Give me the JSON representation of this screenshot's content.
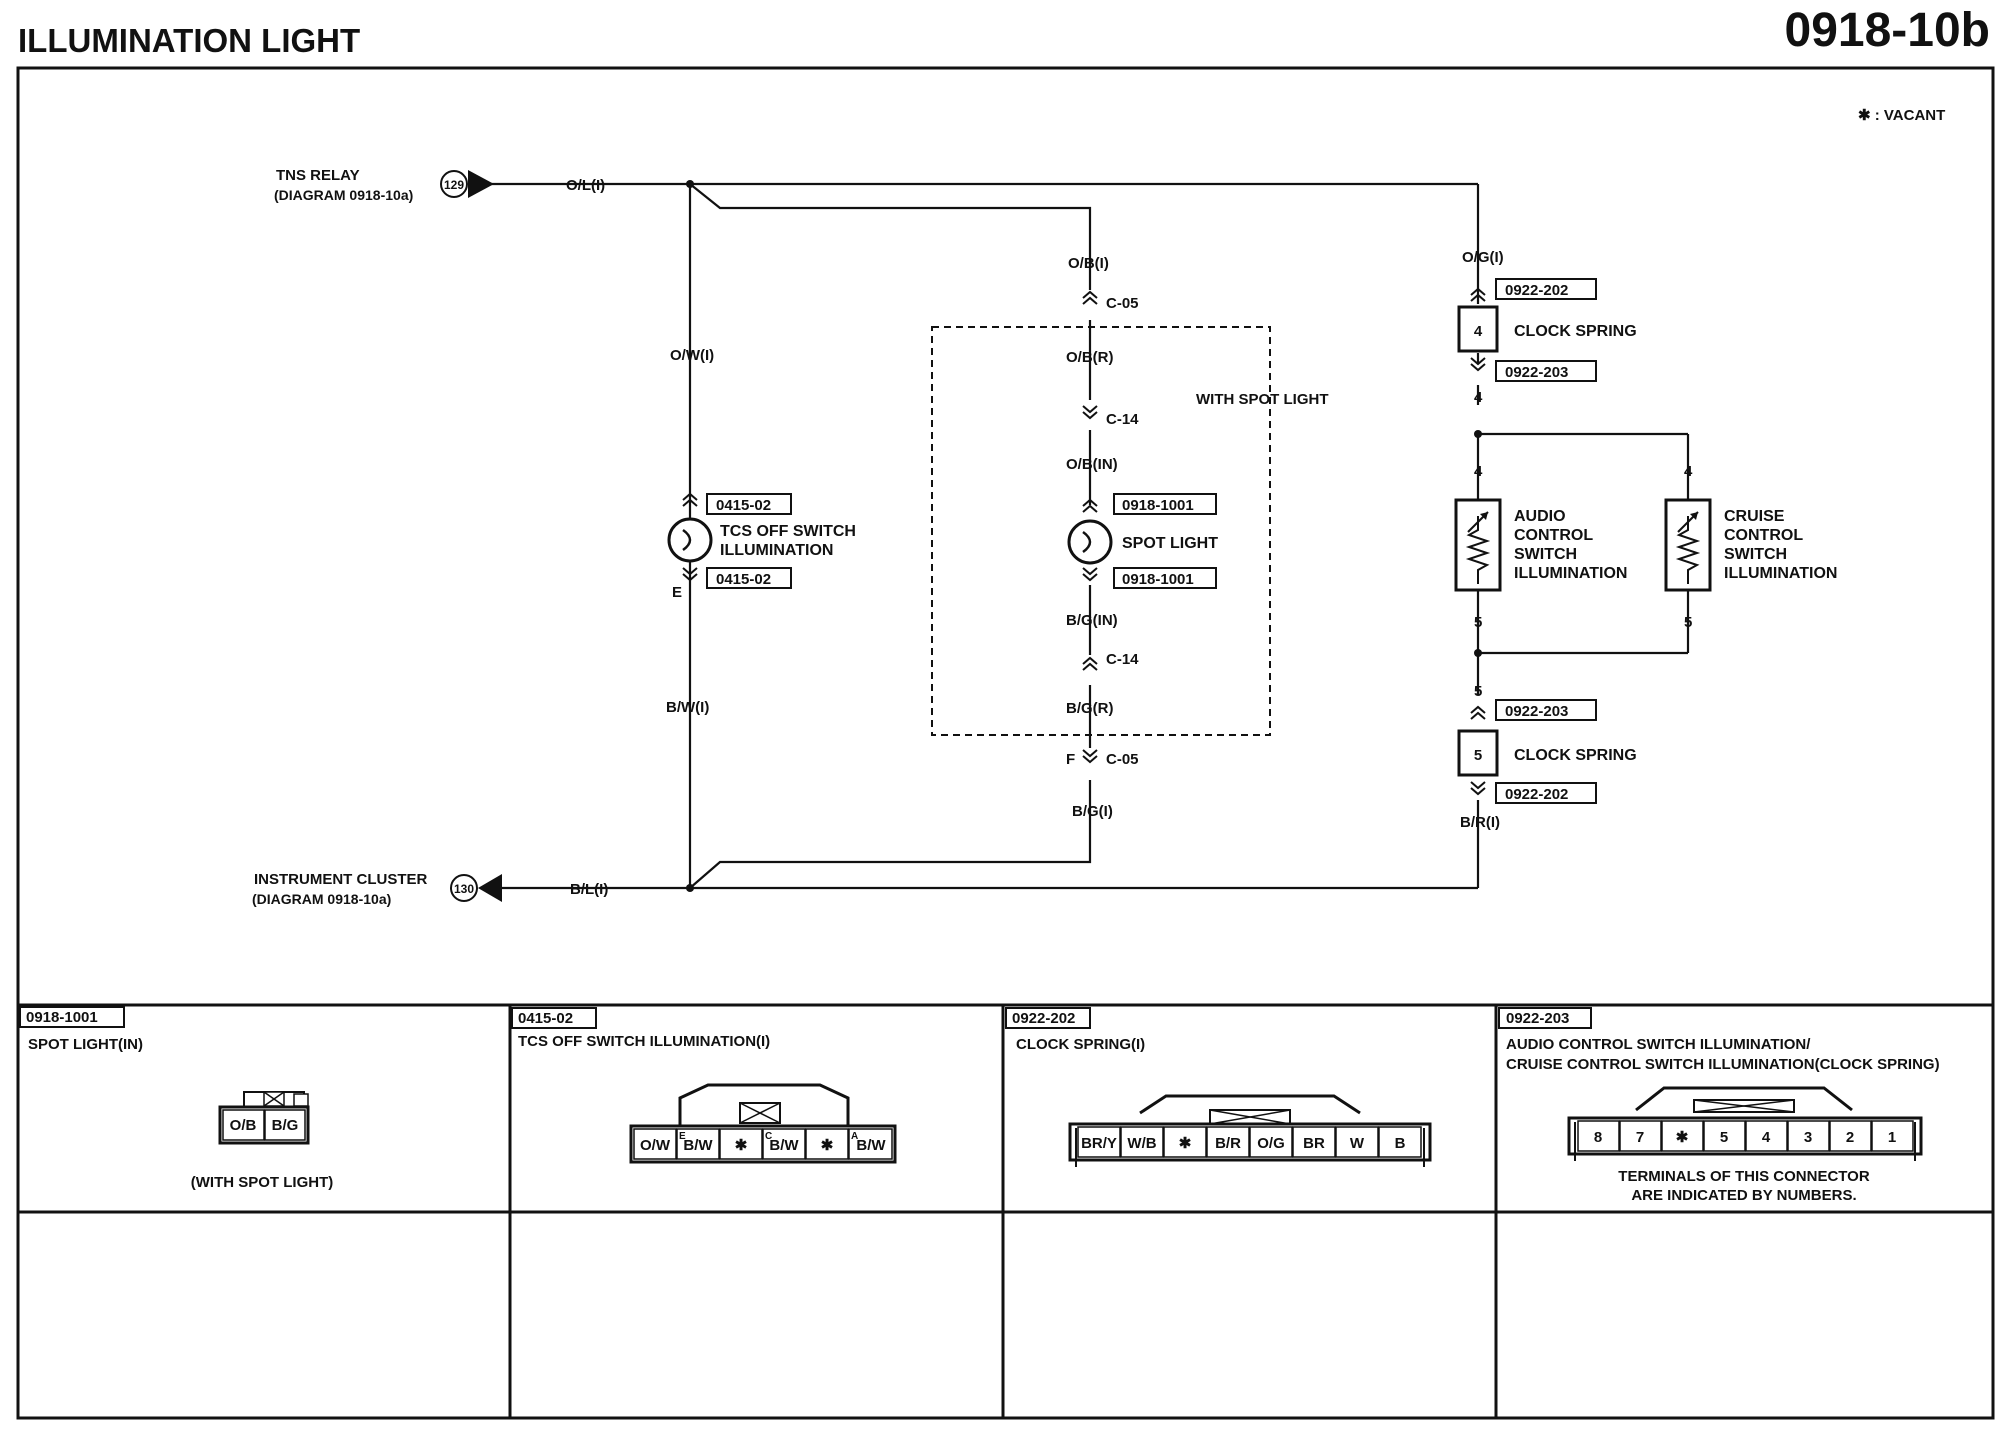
{
  "page": {
    "title": "ILLUMINATION LIGHT",
    "diagram_no": "0918-10b",
    "legend": "✱ : VACANT"
  },
  "inputs": {
    "tns": {
      "name": "TNS RELAY",
      "ref": "(DIAGRAM 0918-10a)",
      "pin": "129",
      "wire": "O/L(I)"
    },
    "cluster": {
      "name": "INSTRUMENT CLUSTER",
      "ref": "(DIAGRAM 0918-10a)",
      "pin": "130",
      "wire": "B/L(I)"
    }
  },
  "tcs": {
    "wire_top": "O/W(I)",
    "conn_top": "0415-02",
    "label1": "TCS OFF SWITCH",
    "label2": "ILLUMINATION",
    "conn_bot": "0415-02",
    "term_e": "E",
    "wire_bot": "B/W(I)"
  },
  "spot": {
    "wire_top": "O/B(I)",
    "c05_top": "C-05",
    "wire_r_top": "O/B(R)",
    "c14_top": "C-14",
    "wire_in_top": "O/B(IN)",
    "conn_top": "0918-1001",
    "label": "SPOT LIGHT",
    "conn_bot": "0918-1001",
    "wire_in_bot": "B/G(IN)",
    "c14_bot": "C-14",
    "wire_r_bot": "B/G(R)",
    "term_f": "F",
    "c05_bot": "C-05",
    "wire_bot": "B/G(I)",
    "option": "WITH SPOT LIGHT"
  },
  "clock": {
    "wire_top": "O/G(I)",
    "conn_a": "0922-202",
    "pin_top": "4",
    "label_top": "CLOCK SPRING",
    "conn_b": "0922-203",
    "pin4_a": "4",
    "pin4_b": "4",
    "pin4_c": "4",
    "audio": [
      "AUDIO",
      "CONTROL",
      "SWITCH",
      "ILLUMINATION"
    ],
    "cruise": [
      "CRUISE",
      "CONTROL",
      "SWITCH",
      "ILLUMINATION"
    ],
    "pin5_a": "5",
    "pin5_b": "5",
    "pin5_c": "5",
    "conn_c": "0922-203",
    "pin_bot": "5",
    "label_bot": "CLOCK SPRING",
    "conn_d": "0922-202",
    "wire_bot": "B/R(I)"
  },
  "connectors": [
    {
      "code": "0918-1001",
      "title": "SPOT LIGHT(IN)",
      "terminals": [
        "O/B",
        "B/G"
      ],
      "note": "(WITH SPOT LIGHT)"
    },
    {
      "code": "0415-02",
      "title": "TCS OFF SWITCH ILLUMINATION(I)",
      "terminals": [
        "O/W",
        "B/W",
        "✱",
        "B/W",
        "✱",
        "B/W"
      ],
      "marks": [
        "",
        "E",
        "",
        "C",
        "",
        "A"
      ]
    },
    {
      "code": "0922-202",
      "title": "CLOCK SPRING(I)",
      "terminals": [
        "BR/Y",
        "W/B",
        "✱",
        "B/R",
        "O/G",
        "BR",
        "W",
        "B"
      ]
    },
    {
      "code": "0922-203",
      "title1": "AUDIO CONTROL SWITCH ILLUMINATION/",
      "title2": "CRUISE CONTROL SWITCH ILLUMINATION(CLOCK SPRING)",
      "terminals": [
        "8",
        "7",
        "✱",
        "5",
        "4",
        "3",
        "2",
        "1"
      ],
      "note1": "TERMINALS OF THIS CONNECTOR",
      "note2": "ARE INDICATED BY NUMBERS."
    }
  ]
}
